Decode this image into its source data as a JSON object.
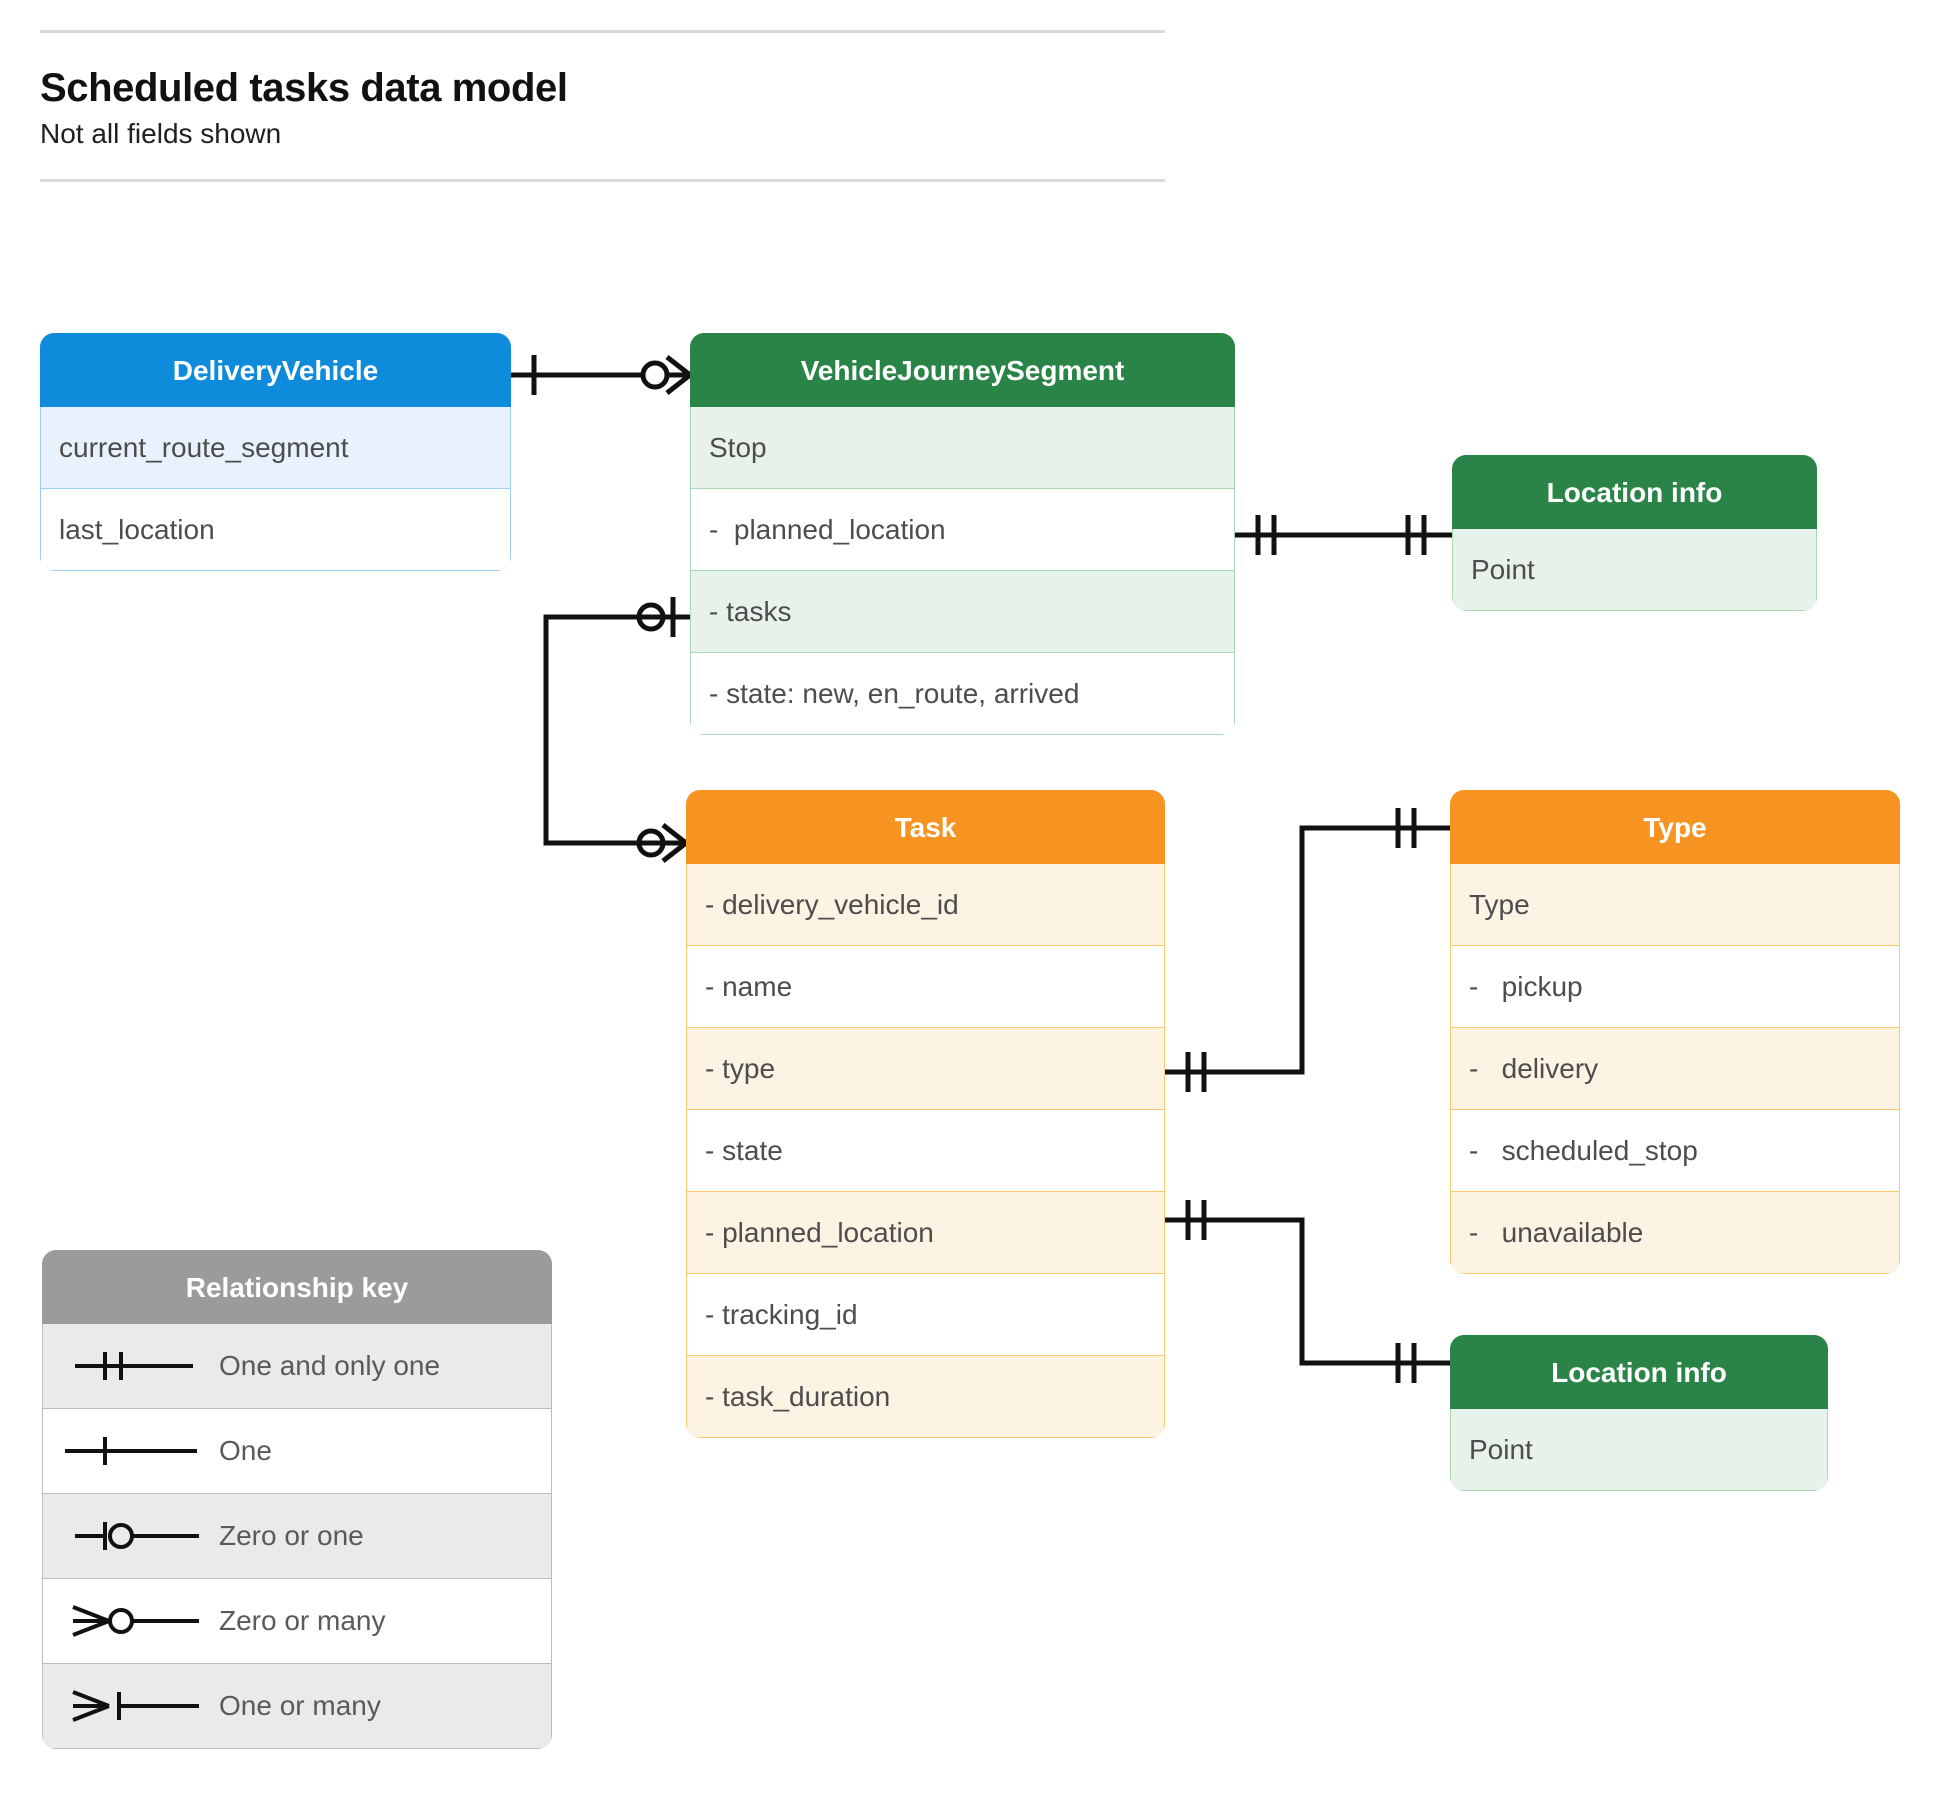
{
  "header": {
    "title": "Scheduled tasks data model",
    "subtitle": "Not all fields shown"
  },
  "entities": {
    "delivery_vehicle": {
      "name": "DeliveryVehicle",
      "color": "#0f8bdb",
      "rows": [
        "current_route_segment",
        "last_location"
      ]
    },
    "vehicle_journey_segment": {
      "name": "VehicleJourneySegment",
      "color": "#2a8447",
      "rows": [
        "Stop",
        "-  planned_location",
        "- tasks",
        "- state: new, en_route, arrived"
      ]
    },
    "location_info_top": {
      "name": "Location info",
      "color": "#2a8447",
      "rows": [
        "Point"
      ]
    },
    "task": {
      "name": "Task",
      "color": "#f79421",
      "rows": [
        "- delivery_vehicle_id",
        "- name",
        "- type",
        "- state",
        "- planned_location",
        "- tracking_id",
        "- task_duration"
      ]
    },
    "type": {
      "name": "Type",
      "color": "#f79421",
      "rows": [
        "Type",
        "-   pickup",
        "-   delivery",
        "-   scheduled_stop",
        "-   unavailable"
      ]
    },
    "location_info_bottom": {
      "name": "Location info",
      "color": "#2a8447",
      "rows": [
        "Point"
      ]
    }
  },
  "legend": {
    "title": "Relationship key",
    "color": "#9b9b9b",
    "items": [
      {
        "symbol": "one-and-only-one",
        "label": "One and only one"
      },
      {
        "symbol": "one",
        "label": "One"
      },
      {
        "symbol": "zero-or-one",
        "label": "Zero or one"
      },
      {
        "symbol": "zero-or-many",
        "label": "Zero or many"
      },
      {
        "symbol": "one-or-many",
        "label": "One or many"
      }
    ]
  },
  "relationships": [
    {
      "from": "DeliveryVehicle",
      "from_cardinality": "one",
      "to": "VehicleJourneySegment",
      "to_cardinality": "zero-or-many"
    },
    {
      "from": "VehicleJourneySegment.planned_location",
      "from_cardinality": "one-and-only-one",
      "to": "Location info",
      "to_cardinality": "one-and-only-one"
    },
    {
      "from": "VehicleJourneySegment.tasks",
      "from_cardinality": "zero-or-one",
      "to": "Task",
      "to_cardinality": "zero-or-many"
    },
    {
      "from": "Task.type",
      "from_cardinality": "one-and-only-one",
      "to": "Type",
      "to_cardinality": "one-and-only-one"
    },
    {
      "from": "Task.planned_location",
      "from_cardinality": "one-and-only-one",
      "to": "Location info",
      "to_cardinality": "one-and-only-one"
    }
  ]
}
